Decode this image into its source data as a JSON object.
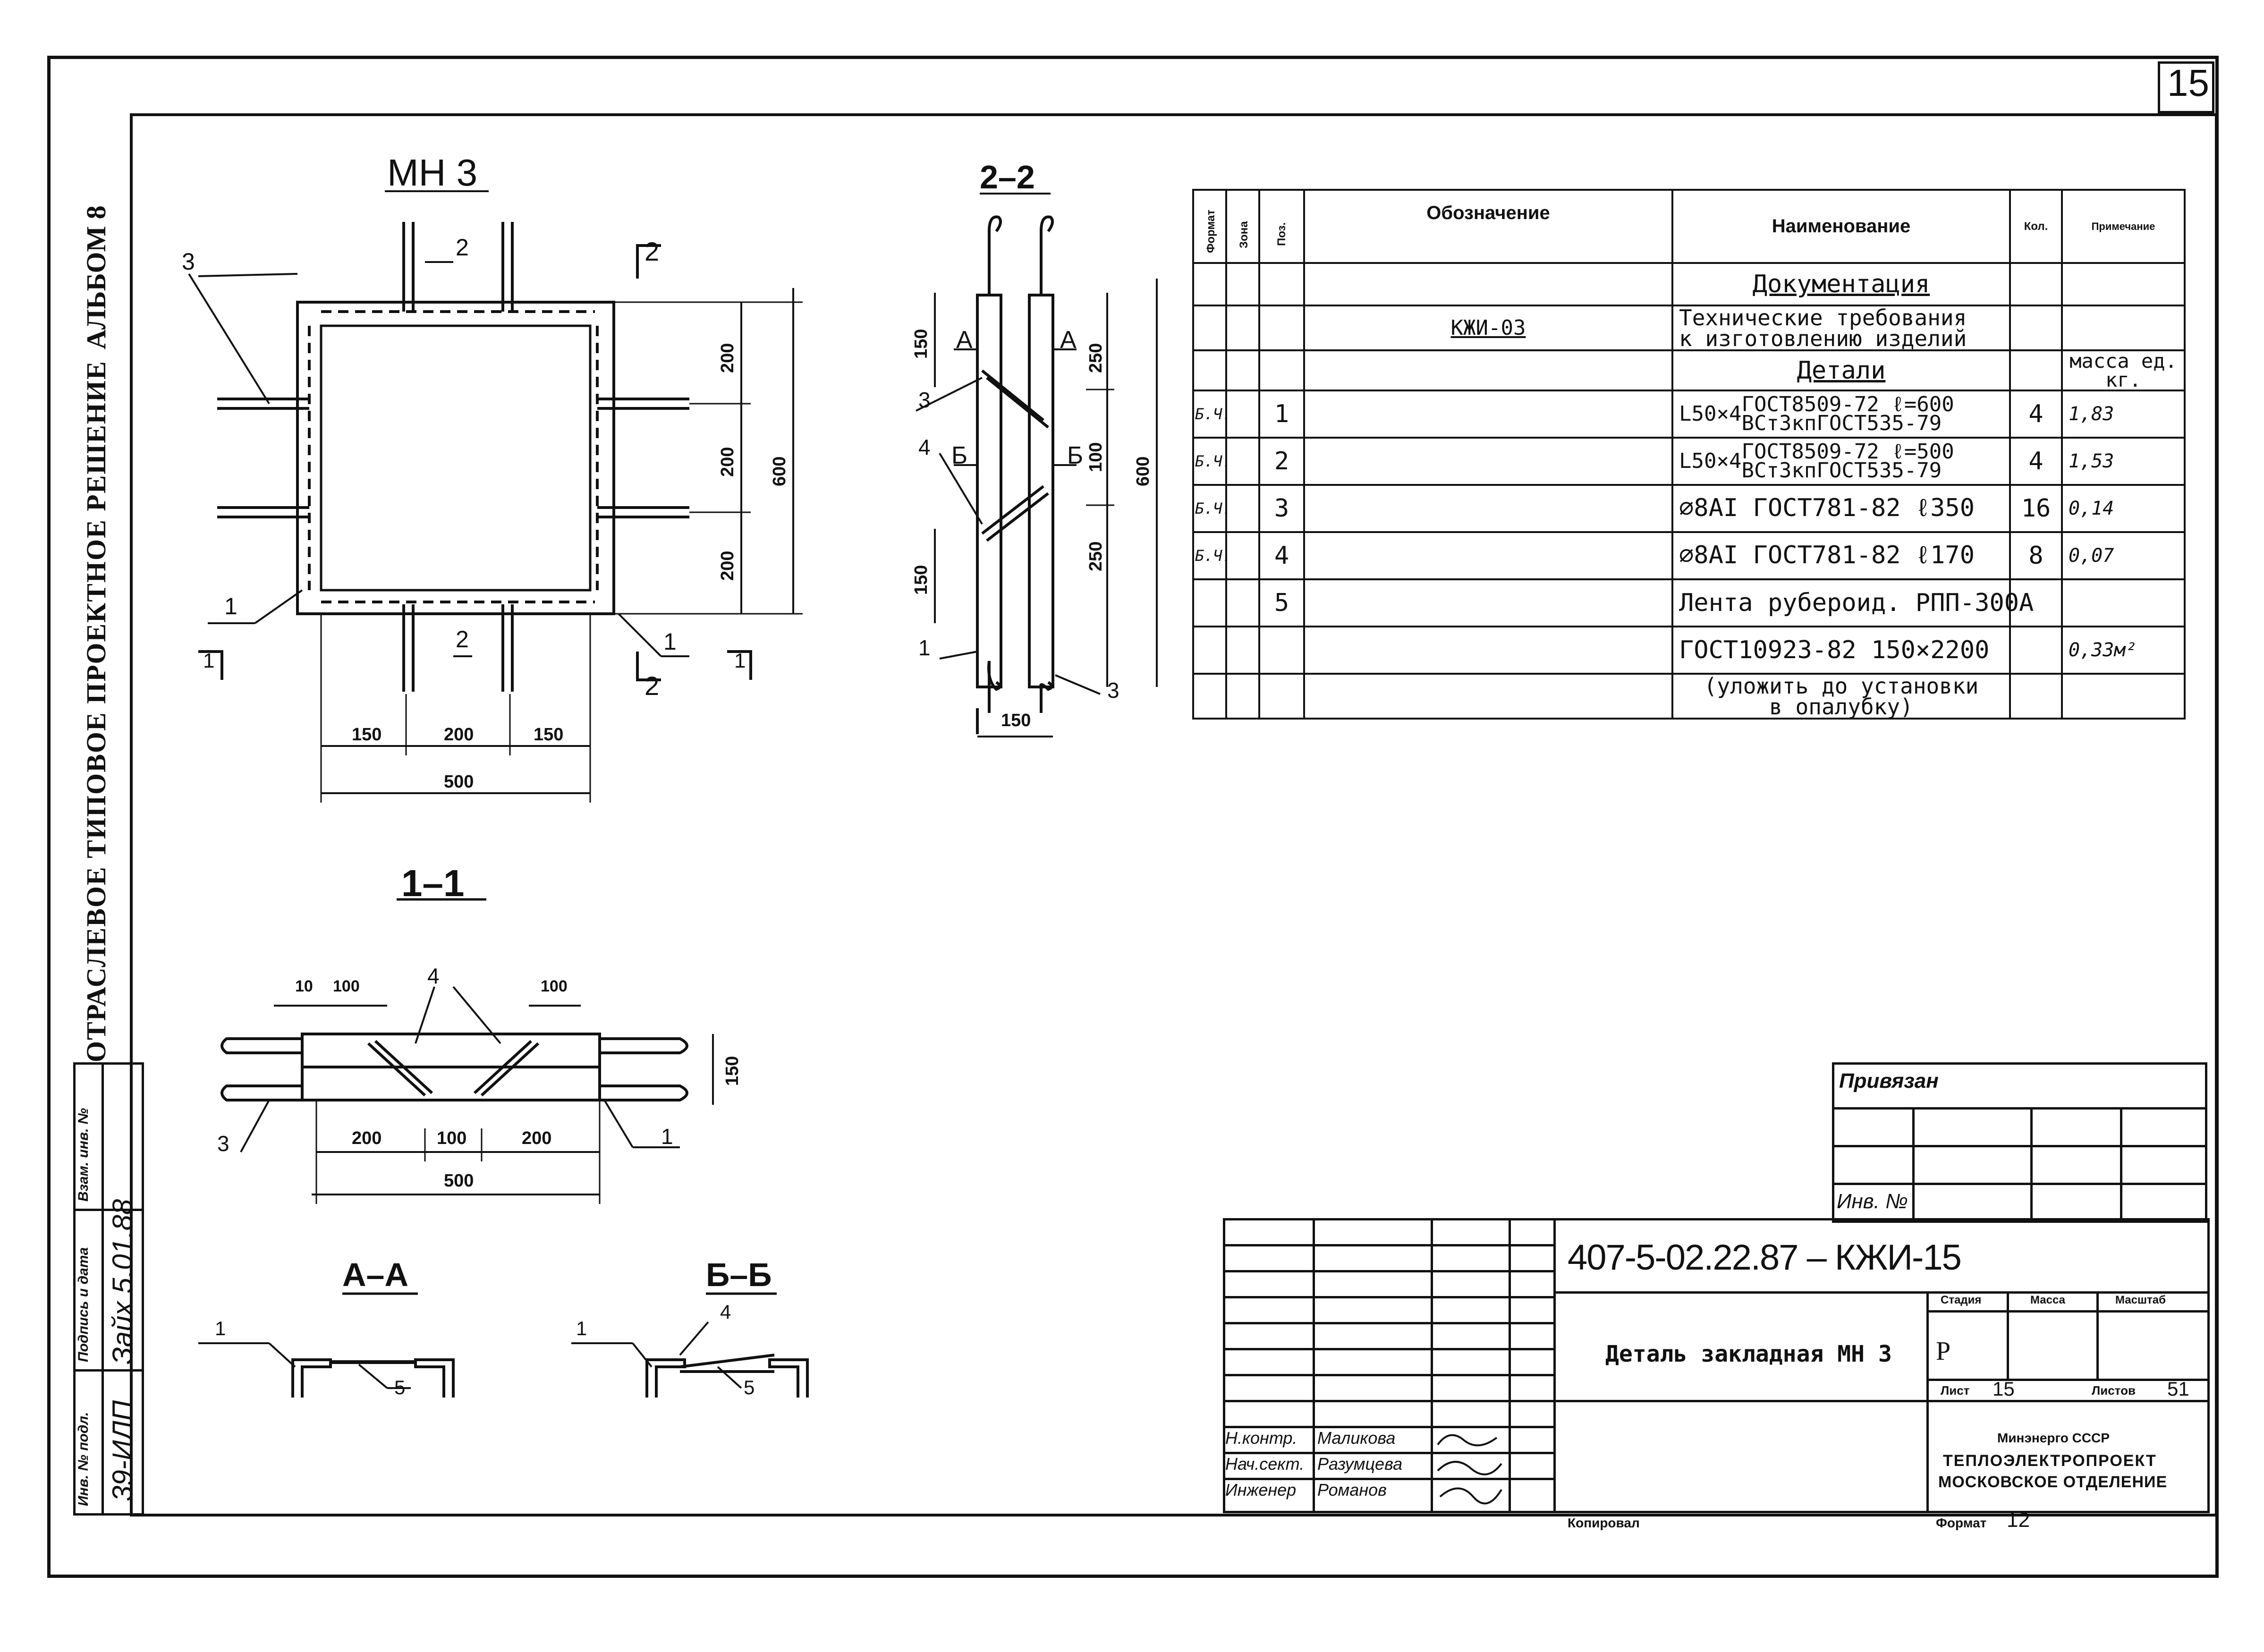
{
  "sheet_number": "15",
  "album_label": "АЛЬБОМ 8",
  "series_label": "ОТРАСЛЕВОЕ ТИПОВОЕ ПРОЕКТНОЕ РЕШЕНИЕ",
  "side_stamp": {
    "inv_orig": "Инв. № подл.",
    "sign_date": "Подпись и дата",
    "inv_replace": "Взам. инв. №",
    "inv_value": "39-ИЛП",
    "sign_value": "Зайх 5.01.88"
  },
  "views": {
    "mn3": {
      "title": "МН 3",
      "dims_h": [
        "150",
        "200",
        "150"
      ],
      "dim_total": "500",
      "dims_v": [
        "200",
        "200",
        "200"
      ],
      "dim_v_total": "600",
      "positions": [
        "1",
        "2",
        "3",
        "1",
        "2"
      ],
      "cut_marks": [
        "1",
        "1",
        "2",
        "2"
      ]
    },
    "s22": {
      "title": "2–2",
      "dims_left": [
        "150",
        "150"
      ],
      "dims_right": [
        "250",
        "100",
        "250"
      ],
      "dim_total": "600",
      "dim_bottom": "150",
      "cut_a": "A",
      "cut_b": "Б",
      "positions": [
        "3",
        "4",
        "1",
        "3"
      ]
    },
    "s11": {
      "title": "1–1",
      "dims_top": [
        "10",
        "100",
        "100"
      ],
      "dims_bottom": [
        "200",
        "100",
        "200"
      ],
      "dim_total": "500",
      "dim_side": "150",
      "positions": [
        "4",
        "3",
        "1"
      ]
    },
    "aa": {
      "title": "А–А",
      "positions": [
        "1",
        "5"
      ]
    },
    "bb": {
      "title": "Б–Б",
      "positions": [
        "1",
        "4",
        "5"
      ]
    }
  },
  "spec_table": {
    "headers": {
      "format": "Формат",
      "zone": "Зона",
      "pos": "Поз.",
      "designation": "Обозначение",
      "name": "Наименование",
      "qty": "Кол.",
      "note": "Примечание"
    },
    "section_docs": "Документация",
    "doc_row": {
      "designation": "КЖИ-03",
      "name_1": "Технические требования",
      "name_2": "к изготовлению изделий"
    },
    "section_parts": "Детали",
    "mass_note_1": "масса ед.",
    "mass_note_2": "кг.",
    "rows": [
      {
        "format": "Б.Ч.",
        "pos": "1",
        "prefix": "L50×4",
        "name_1": "ГОСТ8509-72  ℓ=600",
        "name_2": "ВСт3кпГОСТ535-79",
        "qty": "4",
        "note": "1,83"
      },
      {
        "format": "Б.Ч.",
        "pos": "2",
        "prefix": "L50×4",
        "name_1": "ГОСТ8509-72  ℓ=500",
        "name_2": "ВСт3кпГОСТ535-79",
        "qty": "4",
        "note": "1,53"
      },
      {
        "format": "Б.Ч.",
        "pos": "3",
        "prefix": "",
        "name_1": "⌀8АI ГОСТ781-82 ℓ350",
        "name_2": "",
        "qty": "16",
        "note": "0,14"
      },
      {
        "format": "Б.Ч.",
        "pos": "4",
        "prefix": "",
        "name_1": "⌀8АI ГОСТ781-82 ℓ170",
        "name_2": "",
        "qty": "8",
        "note": "0,07"
      },
      {
        "format": "",
        "pos": "5",
        "prefix": "",
        "name_1": "Лента рубероид. РПП-300А",
        "name_2": "",
        "qty": "",
        "note": ""
      },
      {
        "format": "",
        "pos": "",
        "prefix": "",
        "name_1": "ГОСТ10923-82 150×2200",
        "name_2": "",
        "qty": "",
        "note": "0,33м²"
      }
    ],
    "footnote_1": "(уложить до установки",
    "footnote_2": "в опалубку)"
  },
  "privyazan": {
    "title": "Привязан",
    "inv": "Инв. №"
  },
  "title_block": {
    "code": "407-5-02.22.87 – КЖИ-15",
    "name": "Деталь закладная МН 3",
    "stage_label": "Стадия",
    "mass_label": "Масса",
    "scale_label": "Масштаб",
    "stage": "Р",
    "sheet_label": "Лист",
    "sheet": "15",
    "sheets_label": "Листов",
    "sheets": "51",
    "org_1": "Минэнерго СССР",
    "org_2": "ТЕПЛОЭЛЕКТРОПРОЕКТ",
    "org_3": "МОСКОВСКОЕ ОТДЕЛЕНИЕ",
    "signers": [
      {
        "role": "Н.контр.",
        "name": "Маликова"
      },
      {
        "role": "Нач.сект.",
        "name": "Разумцева"
      },
      {
        "role": "Инженер",
        "name": "Романов"
      }
    ],
    "copied_label": "Копировал",
    "format_label": "Формат",
    "format_value": "12"
  }
}
